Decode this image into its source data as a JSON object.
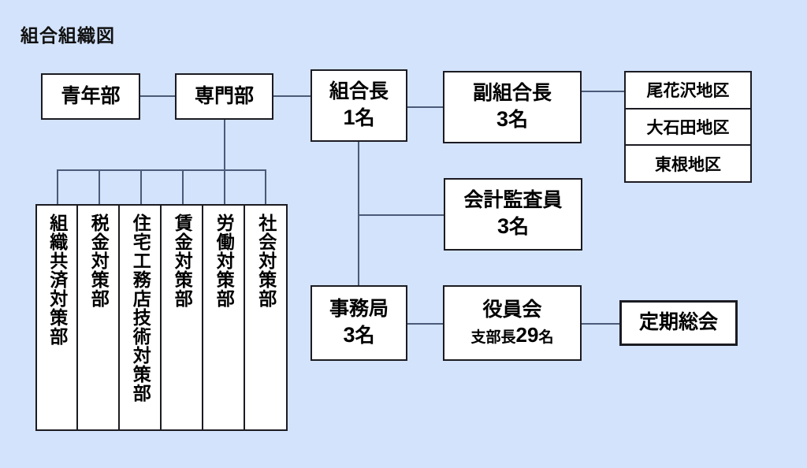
{
  "chart_title": "組合組織図",
  "colors": {
    "background": "#d3e3fc",
    "box_fill": "#ffffff",
    "box_border": "#1b1b22",
    "connector": "#4a5a78",
    "text": "#000000"
  },
  "nodes": {
    "youth": {
      "label": "青年部"
    },
    "specialist": {
      "label": "専門部"
    },
    "chairman": {
      "title": "組合長",
      "count": "1",
      "unit": "名"
    },
    "vice_chairman": {
      "title": "副組合長",
      "count": "3",
      "unit": "名"
    },
    "auditor": {
      "title": "会計監査員",
      "count": "3",
      "unit": "名"
    },
    "secretariat": {
      "title": "事務局",
      "count": "3",
      "unit": "名"
    },
    "board": {
      "title": "役員会",
      "sub_label": "支部長",
      "sub_count": "29",
      "sub_unit": "名"
    },
    "general_meeting": {
      "label": "定期総会"
    }
  },
  "districts": {
    "items": [
      {
        "label": "尾花沢地区"
      },
      {
        "label": "大石田地区"
      },
      {
        "label": "東根地区"
      }
    ]
  },
  "departments": {
    "items": [
      {
        "label": "組織共済対策部"
      },
      {
        "label": "税金対策部"
      },
      {
        "label": "住宅工務店技術対策部"
      },
      {
        "label": "賃金対策部"
      },
      {
        "label": "労働対策部"
      },
      {
        "label": "社会対策部"
      }
    ]
  }
}
